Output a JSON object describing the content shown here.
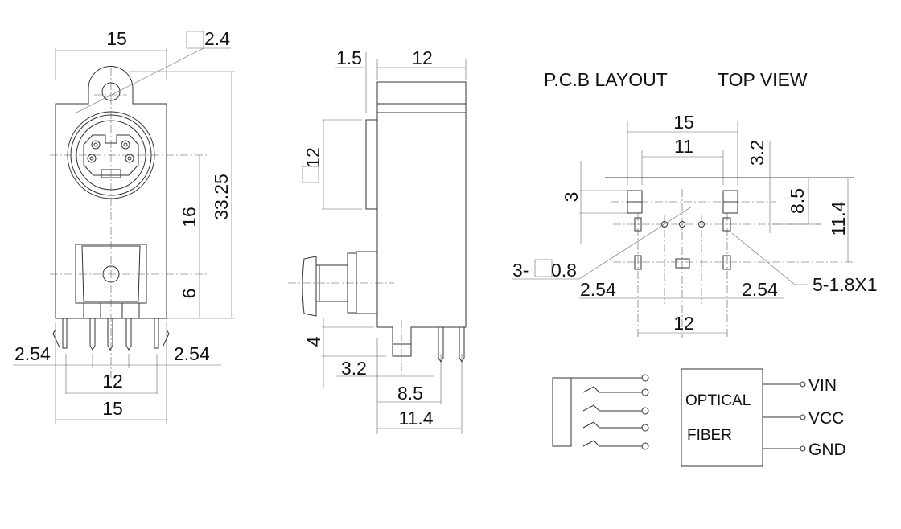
{
  "front_view": {
    "width_top": "15",
    "hole_dia": "2.4",
    "dim_16": "16",
    "dim_height": "33.25",
    "dim_6": "6",
    "pitch_left": "2.54",
    "pitch_right": "2.54",
    "pin_span": "12",
    "width_bottom": "15"
  },
  "side_view": {
    "dim_1_5": "1.5",
    "depth": "12",
    "square_12": "12",
    "dim_4": "4",
    "dim_3_2": "3.2",
    "dim_8_5": "8.5",
    "dim_11_4": "11.4"
  },
  "pcb_layout": {
    "title": "P.C.B LAYOUT",
    "subtitle": "TOP VIEW",
    "width_15": "15",
    "width_11": "11",
    "dim_3_2": "3.2",
    "dim_3": "3",
    "dim_8_5": "8.5",
    "dim_11_4": "11.4",
    "holes_prefix": "3-",
    "holes_size": "0.8",
    "pitch_left": "2.54",
    "pitch_right": "2.54",
    "slots": "5-1.8X1",
    "span_12": "12"
  },
  "schematic": {
    "block_line1": "OPTICAL",
    "block_line2": "FIBER",
    "pins": [
      "VIN",
      "VCC",
      "GND"
    ]
  }
}
